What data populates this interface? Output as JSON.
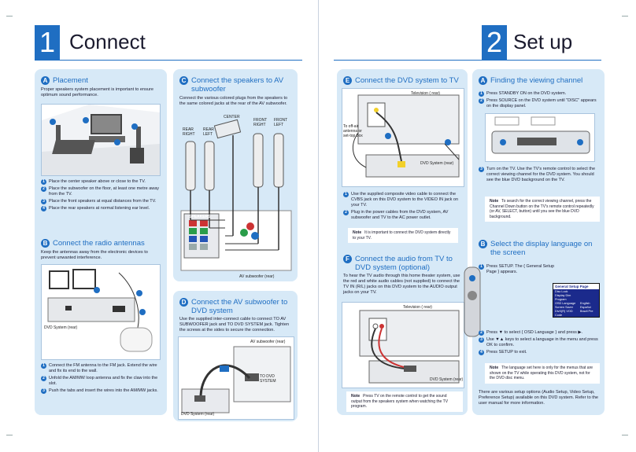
{
  "left": {
    "number": "1",
    "title": "Connect",
    "placement": {
      "letter": "A",
      "heading": "Placement",
      "intro": "Proper speakers system placement is important to ensure optimum sound performance.",
      "steps": [
        "Place the center speaker above or close to the TV.",
        "Place the subwoofer on the floor, at least one metre away from the TV.",
        "Place the front speakers at equal distances from the TV.",
        "Place the rear speakers at normal listening ear level."
      ]
    },
    "radio": {
      "letter": "B",
      "heading": "Connect the radio antennas",
      "intro": "Keep the antennas away from the electronic devices to prevent unwanted interference.",
      "device_label": "DVD System (rear)",
      "steps": [
        "Connect the FM antenna to the FM jack.  Extend the wire and fix its end to the wall.",
        "Unfold the AM/MW loop antenna and fix the claw into the slot.",
        "Push the tabs and insert the wires into the AM/MW jacks."
      ]
    },
    "speakers": {
      "letter": "C",
      "heading": "Connect the speakers to AV subwoofer",
      "intro": "Connect the various colored plugs from the speakers to the same colored jacks at the rear of the AV subwoofer.",
      "labels": {
        "center": "CENTER",
        "rear_right": "REAR RIGHT",
        "rear_left": "REAR LEFT",
        "front_right": "FRONT RIGHT",
        "front_left": "FRONT LEFT",
        "speakers_panel": "SPEAKERS",
        "subwoofer": "AV subwoofer (rear)"
      }
    },
    "subwoofer": {
      "letter": "D",
      "heading": "Connect the AV subwoofer to DVD system",
      "intro": "Use the supplied inter-connect cable to connect TO AV SUBWOOFER jack and TO DVD SYSTEM jack.  Tighten the screws at the sides to secure the connection.",
      "top_label": "AV subwoofer (rear)",
      "jack_label": "TO DVD SYSTEM",
      "bottom_label": "DVD System (rear)"
    }
  },
  "right": {
    "number": "2",
    "title": "Set up",
    "dvd_tv": {
      "letter": "E",
      "heading": "Connect the DVD system to TV",
      "tv_label": "Television ( rear)",
      "offair_label": "To off-air antenna or set-top box",
      "dvd_label": "DVD System (rear)",
      "steps": [
        "Use the supplied composite video cable to connect the CVBS jack on this DVD system to the VIDEO IN jack on your TV.",
        "Plug in the power cables from the DVD system, AV subwoofer and TV to the AC power outlet."
      ],
      "note_label": "Note",
      "note": "It is important to connect the DVD system directly to your TV."
    },
    "audio_tv": {
      "letter": "F",
      "heading": "Connect the audio from TV to DVD system (optional)",
      "intro": "To hear the TV audio through this home theater system, use the red and white audio cables (not supplied) to connect the TV IN (R/L) jacks on this DVD system to the AUDIO output jacks on your TV.",
      "tv_label": "Television ( rear)",
      "dvd_label": "DVD System (rear)",
      "note_label": "Note",
      "note": "Press TV on the remote control to get the sound output from the speakers system when watching the TV program."
    },
    "viewing": {
      "letter": "A",
      "heading": "Finding the viewing channel",
      "steps": [
        "Press STANDBY ON on the DVD system.",
        "Press SOURCE on the DVD system until \"DISC\" appears on the display panel.",
        "Turn on the TV.  Use the TV's remote control to select the correct viewing channel for the DVD system. You should see the blue DVD background on the TV."
      ],
      "note_label": "Note",
      "note": "To search for the correct viewing channel, press the Channel Down button on the TV's remote control repeatedly (or AV, SELECT, button) until you see the blue DVD background."
    },
    "language": {
      "letter": "B",
      "heading": "Select the display language on the screen",
      "steps": [
        "Press SETUP. The { General Setup Page } appears.",
        "Press ▼ to select { OSD Language } and press ▶.",
        "Use ▼▲ keys to select a language in the menu and press OK to confirm.",
        "Press SETUP to exit."
      ],
      "menu_title": "General Setup Page",
      "menu_items": [
        "Disc Lock",
        "Display Dim",
        "Program",
        "OSD Language",
        "Screen Saver",
        "DivX(R) VOD Code"
      ],
      "menu_values": [
        "English",
        "Español",
        "Brazil Pre"
      ],
      "note_label": "Note",
      "note": "The language set here is only for the menus that are shown on the TV while operating this DVD system, not for the DVD disc menu.",
      "footer": "There are various setup options (Audio Setup, Video Setup, Preference Setup) available on this DVD system. Refer to the user manual for more information."
    }
  }
}
